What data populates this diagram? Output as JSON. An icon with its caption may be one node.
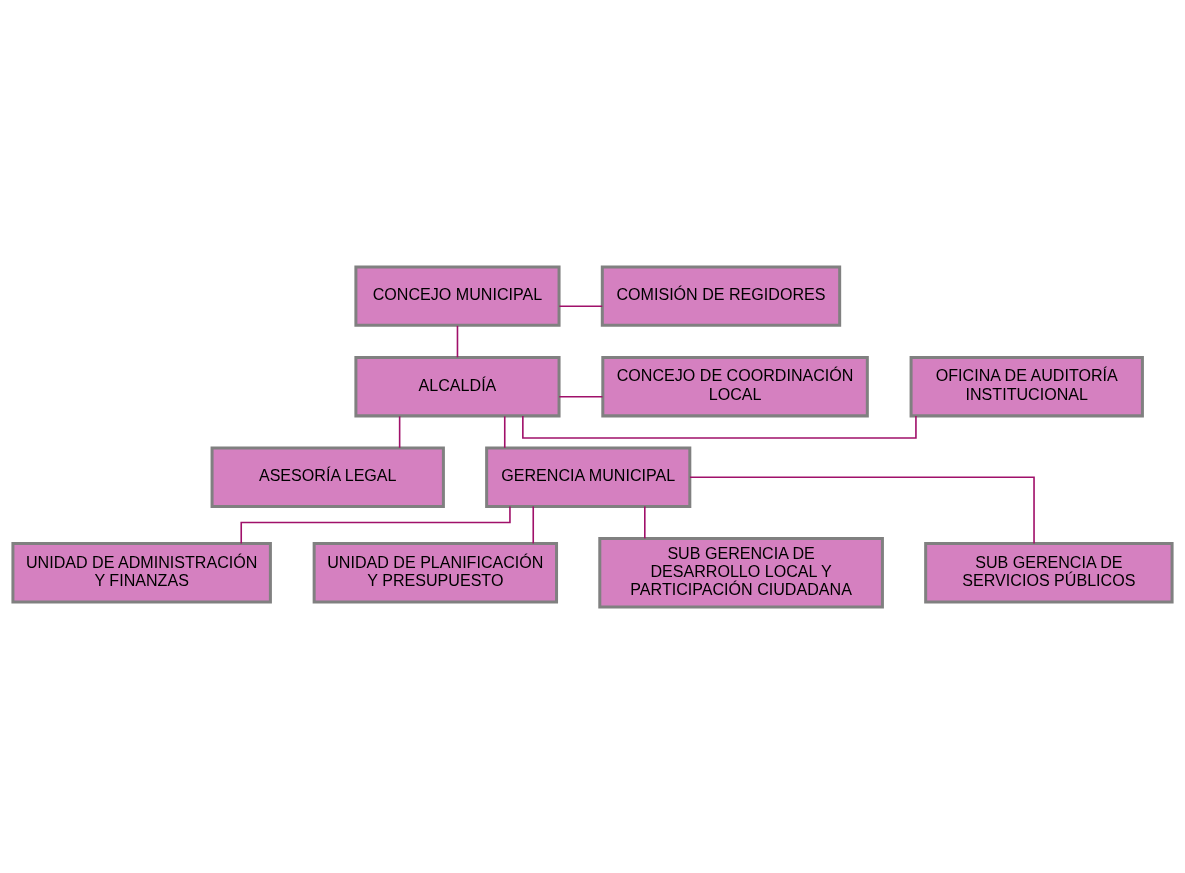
{
  "diagram": {
    "nodes": [
      {
        "text": [
          "CONCEJO MUNICIPAL"
        ]
      },
      {
        "text": [
          "COMISIÓN DE REGIDORES"
        ]
      },
      {
        "text": [
          "OFICINA DE AUDITORÍA INSTITUCIONAL"
        ]
      },
      {
        "text": [
          "ALCALDÍA"
        ]
      },
      {
        "text": [
          "CONCEJO DE COORDINACIÓN LOCAL"
        ]
      },
      {
        "text": [
          "ASESORÍA LEGAL"
        ]
      },
      {
        "text": [
          "GERENCIA MUNICIPAL"
        ]
      },
      {
        "text": [
          "UNIDAD DE ADMINISTRACIÓN Y FINANZAS"
        ]
      },
      {
        "text": [
          "UNIDAD DE PLANIFICACIÓN Y PRESUPUESTO"
        ]
      },
      {
        "text": [
          "SUB GERENCIA DE DESARROLLO LOCAL Y PARTICIPACIÓN CIUDADANA"
        ]
      },
      {
        "text": [
          "SUB GERENCIA DE SERVICIOS PÚBLICOS"
        ]
      }
    ],
    "edges": [
      {
        "from": 0,
        "to": 1,
        "arrow": "none"
      },
      {
        "from": 0,
        "to": 3,
        "arrow": "none"
      },
      {
        "from": 3,
        "to": 2,
        "arrow": "none"
      },
      {
        "from": 3,
        "to": 4,
        "arrow": "none"
      },
      {
        "from": 3,
        "to": 5,
        "arrow": "none"
      },
      {
        "from": 3,
        "to": 6,
        "arrow": "none"
      },
      {
        "from": 6,
        "to": 7,
        "arrow": "none"
      },
      {
        "from": 6,
        "to": 8,
        "arrow": "none"
      },
      {
        "from": 6,
        "to": 9,
        "arrow": "none"
      },
      {
        "from": 6,
        "to": 10,
        "arrow": "none"
      }
    ]
  }
}
